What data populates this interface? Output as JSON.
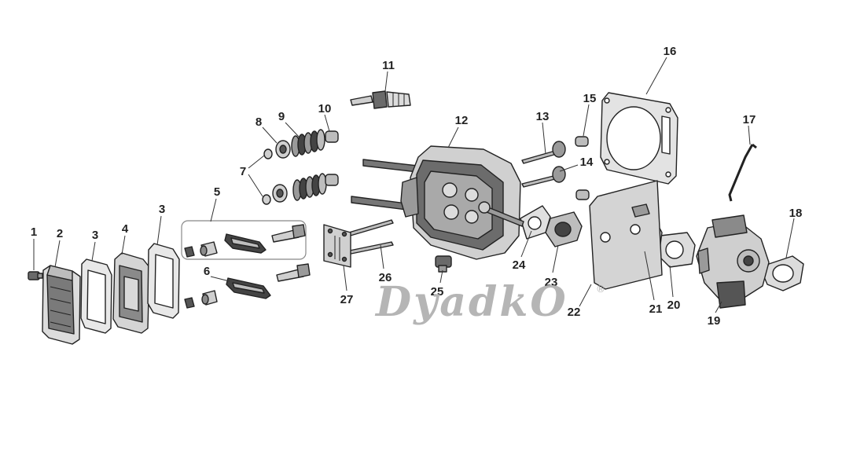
{
  "callouts": {
    "c1": "1",
    "c2": "2",
    "c3a": "3",
    "c3b": "3",
    "c4": "4",
    "c5": "5",
    "c6": "6",
    "c7": "7",
    "c8": "8",
    "c9": "9",
    "c10": "10",
    "c11": "11",
    "c12": "12",
    "c13": "13",
    "c14": "14",
    "c15": "15",
    "c16": "16",
    "c17": "17",
    "c18": "18",
    "c19": "19",
    "c20": "20",
    "c21": "21",
    "c22": "22",
    "c23": "23",
    "c24": "24",
    "c25": "25",
    "c26": "26",
    "c27": "27"
  },
  "watermark": {
    "text": "DyadkO",
    "registered": "®"
  },
  "colors": {
    "part_fill": "#d9d9d9",
    "part_dark": "#555555",
    "line": "#222222",
    "watermark": "#b5b5b5"
  }
}
